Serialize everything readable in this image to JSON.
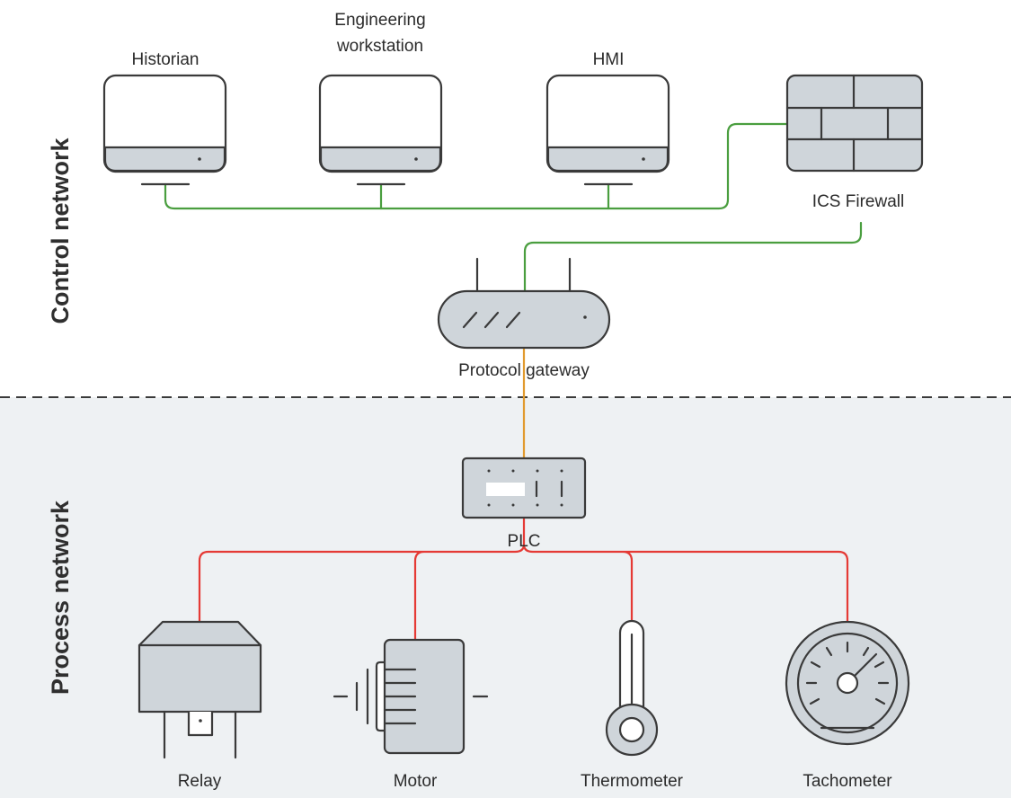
{
  "zones": {
    "control": "Control network",
    "process": "Process network"
  },
  "devices": {
    "historian": "Historian",
    "engineering_line1": "Engineering",
    "engineering_line2": "workstation",
    "hmi": "HMI",
    "firewall": "ICS Firewall",
    "gateway": "Protocol gateway",
    "plc": "PLC",
    "relay": "Relay",
    "motor": "Motor",
    "thermometer": "Thermometer",
    "tachometer": "Tachometer"
  },
  "colors": {
    "control_link": "#4a9e3f",
    "gateway_plc_link": "#e19a2e",
    "field_link": "#e53a35",
    "process_zone_bg": "#eef1f3",
    "device_fill": "#cfd5da"
  }
}
